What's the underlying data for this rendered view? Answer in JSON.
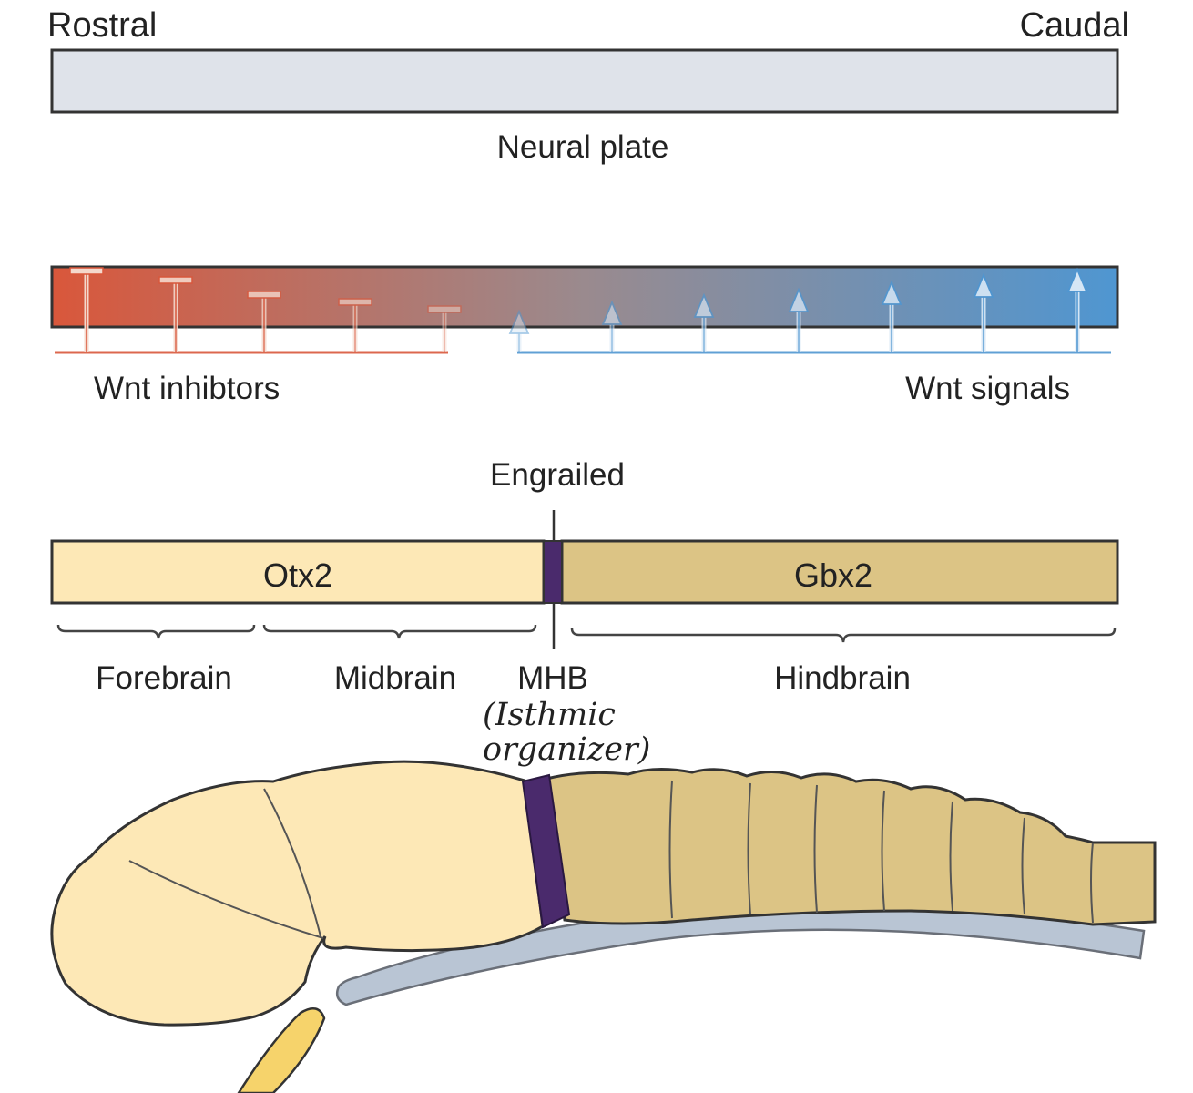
{
  "axis": {
    "rostral": "Rostral",
    "caudal": "Caudal"
  },
  "neural_plate": {
    "label": "Neural plate",
    "color": "#dfe3ea"
  },
  "gradient": {
    "inhibitors_label": "Wnt inhibtors",
    "signals_label": "Wnt signals",
    "inhibitor_color": "#d9573b",
    "signal_color": "#4f96d1"
  },
  "gene_bar": {
    "engrailed_label": "Engrailed",
    "otx2_label": "Otx2",
    "gbx2_label": "Gbx2",
    "otx2_color": "#fde8b6",
    "gbx2_color": "#dcc485",
    "mhb_color": "#4a2a6c"
  },
  "regions": {
    "forebrain": "Forebrain",
    "midbrain": "Midbrain",
    "mhb": "MHB",
    "isthmic_line1": "(Isthmic",
    "isthmic_line2": "organizer)",
    "hindbrain": "Hindbrain"
  },
  "embryo": {
    "forebrain_color": "#fde8b6",
    "hindbrain_color": "#dcc485",
    "notochord_color": "#b9c5d4",
    "yolk_color": "#f6d36b"
  }
}
